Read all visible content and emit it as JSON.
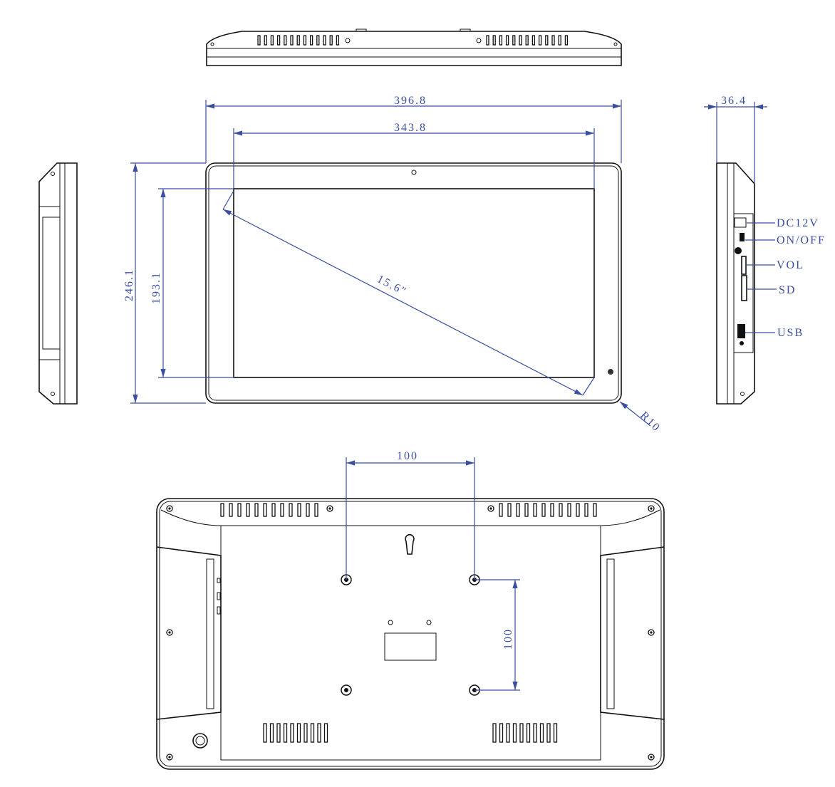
{
  "dimensions": {
    "overall_width": "396.8",
    "screen_width": "343.8",
    "overall_height": "246.1",
    "screen_height": "193.1",
    "diagonal": "15.6\"",
    "corner_radius": "R10",
    "depth": "36.4",
    "vesa_horizontal": "100",
    "vesa_vertical": "100"
  },
  "ports": [
    {
      "label": "DC12V"
    },
    {
      "label": "ON/OFF"
    },
    {
      "label": "VOL"
    },
    {
      "label": "SD"
    },
    {
      "label": "USB"
    }
  ],
  "colors": {
    "dimension": "#3b4ea0",
    "outline": "#111111"
  }
}
